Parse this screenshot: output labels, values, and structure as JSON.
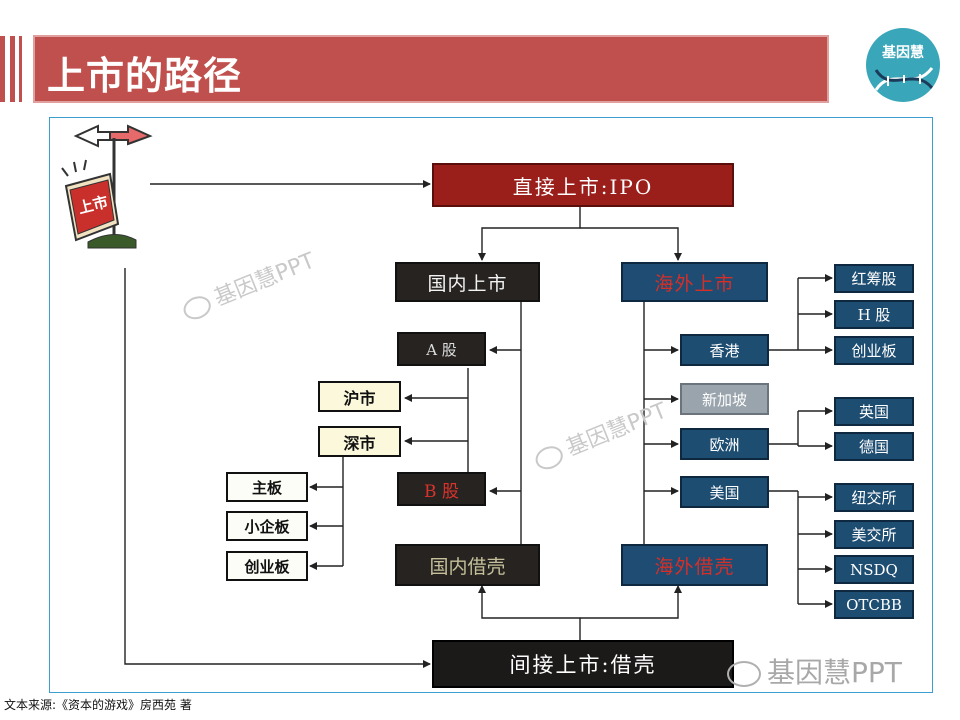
{
  "slide": {
    "title": "上市的路径",
    "source": "文本来源:《资本的游戏》房西苑 著"
  },
  "logo": {
    "text": "基因慧",
    "icon": "dna-icon",
    "color": "#3aa6b9"
  },
  "colors": {
    "accent": "#c0504d",
    "ipo_box": "#9a1e1a",
    "dark_box": "#262321",
    "blue_box": "#1e4d72"
  },
  "illustration": {
    "label": "上市",
    "icon": "split-arrow-sign-icon"
  },
  "diagram": {
    "ipo": "直接上市:IPO",
    "domestic": "国内上市",
    "overseas": "海外上市",
    "a_share": "A 股",
    "b_share": "B 股",
    "shanghai": "沪市",
    "shenzhen": "深市",
    "main_board": "主板",
    "sme_board": "小企板",
    "gem_board": "创业板",
    "hong_kong": "香港",
    "singapore": "新加坡",
    "europe": "欧洲",
    "usa": "美国",
    "red_chip": "红筹股",
    "h_share": "H 股",
    "hk_gem": "创业板",
    "uk": "英国",
    "germany": "德国",
    "nyse": "纽交所",
    "amex": "美交所",
    "nasdaq": "NSDQ",
    "otcbb": "OTCBB",
    "domestic_shell": "国内借壳",
    "overseas_shell": "海外借壳",
    "indirect": "间接上市:借壳"
  },
  "watermarks": {
    "text": "基因慧PPT",
    "icon": "wechat-icon"
  }
}
